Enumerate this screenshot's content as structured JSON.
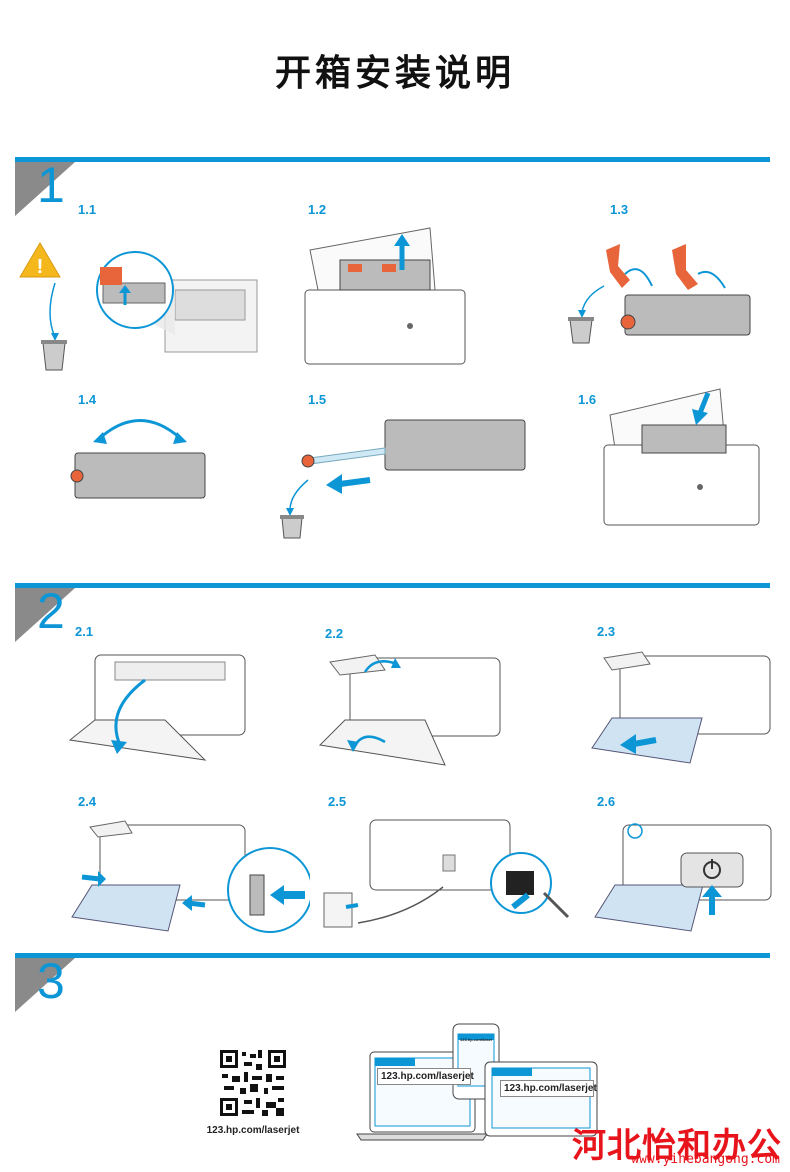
{
  "title": "开箱安装说明",
  "colors": {
    "accent": "#0d96d6",
    "tape": "#e8643a",
    "ink": "#222222"
  },
  "sections": [
    {
      "number": "1",
      "steps": [
        {
          "label": "1.1",
          "icon": "warning-icon"
        },
        {
          "label": "1.2"
        },
        {
          "label": "1.3"
        },
        {
          "label": "1.4"
        },
        {
          "label": "1.5"
        },
        {
          "label": "1.6"
        }
      ]
    },
    {
      "number": "2",
      "steps": [
        {
          "label": "2.1"
        },
        {
          "label": "2.2"
        },
        {
          "label": "2.3"
        },
        {
          "label": "2.4"
        },
        {
          "label": "2.5"
        },
        {
          "label": "2.6",
          "icon": "power-icon"
        }
      ]
    },
    {
      "number": "3",
      "qr_url": "123.hp.com/laserjet",
      "laptop_url": "123.hp.com/laserjet",
      "tablet_url": "123.hp.com/laserjet",
      "phone_url": "123.hp.com/laserjet"
    }
  ],
  "watermark": {
    "text": "河北怡和办公",
    "url": "www.yihebangong.com"
  }
}
